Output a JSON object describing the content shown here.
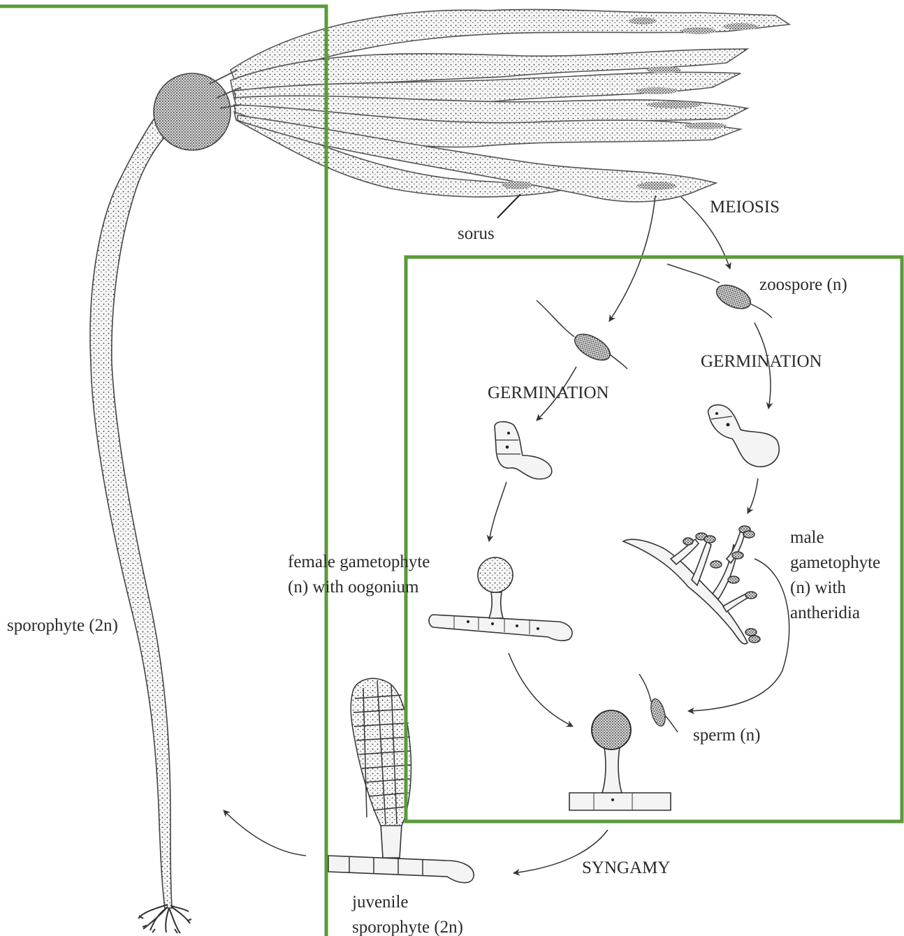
{
  "labels": {
    "sorus": "sorus",
    "meiosis": "MEIOSIS",
    "zoospore": "zoospore (n)",
    "germination_right": "GERMINATION",
    "germination_left": "GERMINATION",
    "male_line1": "male",
    "male_line2": "gametophyte",
    "male_line3": "(n) with",
    "male_line4": "antheridia",
    "female_line1": "female gametophyte",
    "female_line2": "(n) with oogonium",
    "sporophyte": "sporophyte (2n)",
    "sperm": "sperm (n)",
    "syngamy": "SYNGAMY",
    "juvenile_line1": "juvenile",
    "juvenile_line2": "sporophyte (2n)"
  },
  "colors": {
    "highlight_box": "#5a9a3a",
    "ink": "#333333"
  }
}
